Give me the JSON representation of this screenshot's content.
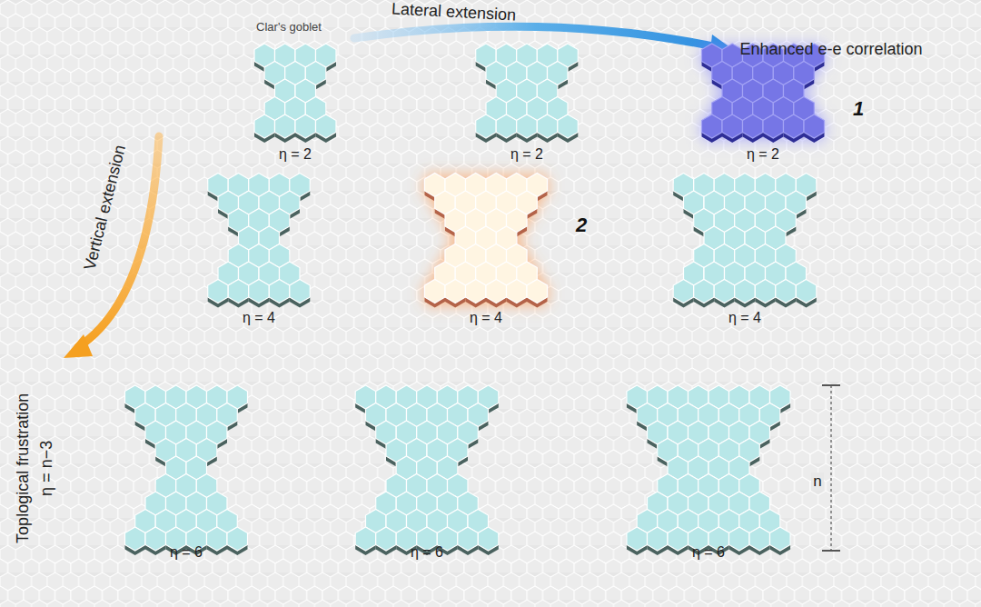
{
  "diagram": {
    "labels": [
      "Lateral extension",
      "Enhanced e-e correlation",
      "Clar's goblet",
      "Vertical extension",
      "η = 2",
      "η = 2",
      "1",
      "η = 2",
      "η = 4",
      "2",
      "η = 4",
      "η = 4",
      "Toplogical frustration",
      "η = n−3",
      "η = 6",
      "η = 6",
      "η = 6",
      "n"
    ]
  }
}
